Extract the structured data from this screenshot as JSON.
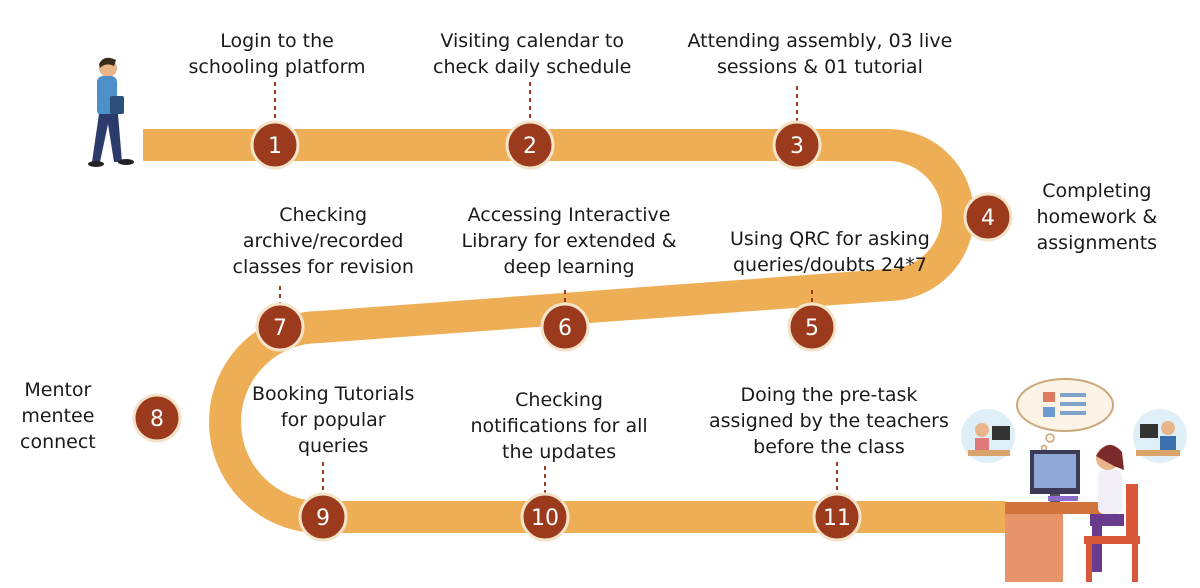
{
  "colors": {
    "road": "#eeae55",
    "circle": "#9b3a1d",
    "circle_stroke": "#f3e3c9",
    "connector": "#9b3a1d",
    "text": "#1a1a1a"
  },
  "steps": [
    {
      "number": "1",
      "lines": [
        "Login to the",
        "schooling platform"
      ]
    },
    {
      "number": "2",
      "lines": [
        "Visiting calendar to",
        "check daily schedule"
      ]
    },
    {
      "number": "3",
      "lines": [
        "Attending assembly, 03 live",
        "sessions & 01 tutorial"
      ]
    },
    {
      "number": "4",
      "lines": [
        "Completing",
        "homework &",
        "assignments"
      ]
    },
    {
      "number": "5",
      "lines": [
        "Using QRC for asking",
        "queries/doubts 24*7"
      ]
    },
    {
      "number": "6",
      "lines": [
        "Accessing Interactive",
        "Library for extended &",
        "deep learning"
      ]
    },
    {
      "number": "7",
      "lines": [
        "Checking",
        "archive/recorded",
        "classes for revision"
      ]
    },
    {
      "number": "8",
      "lines": [
        "Mentor",
        "mentee",
        "connect"
      ]
    },
    {
      "number": "9",
      "lines": [
        "Booking Tutorials",
        "for popular",
        "queries"
      ]
    },
    {
      "number": "10",
      "lines": [
        "Checking",
        "notifications for all",
        "the updates"
      ]
    },
    {
      "number": "11",
      "lines": [
        "Doing the pre-task",
        "assigned by the teachers",
        "before  the class"
      ]
    }
  ],
  "illustrations": {
    "start": "walking-student-icon",
    "end": "online-class-desk-icon"
  }
}
